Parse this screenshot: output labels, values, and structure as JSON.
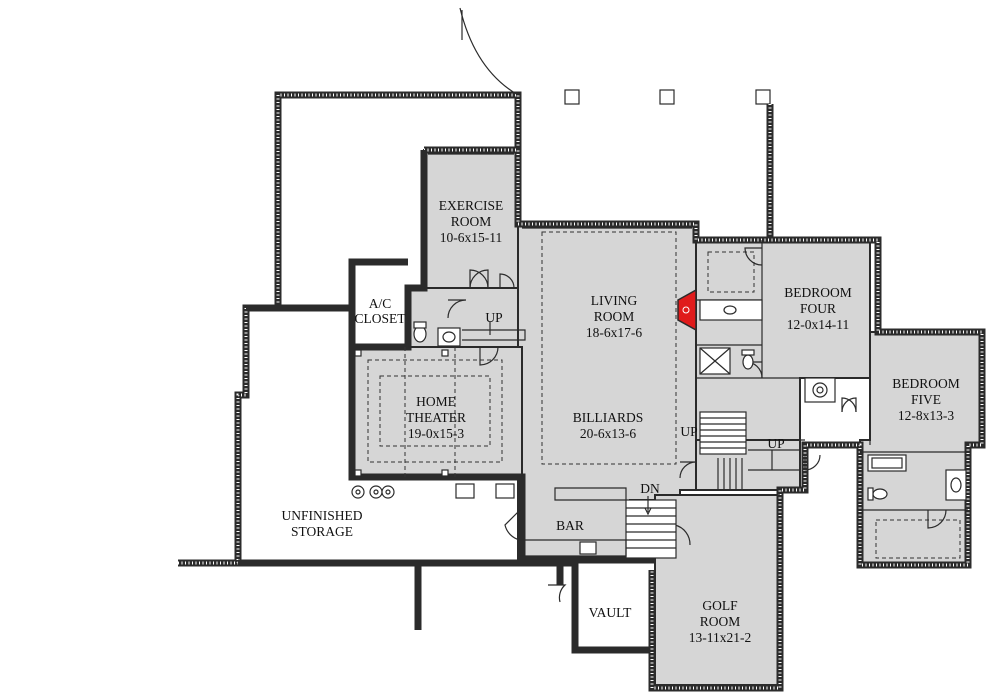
{
  "plan": {
    "rooms": [
      {
        "id": "exercise",
        "name_line1": "EXERCISE",
        "name_line2": "ROOM",
        "dims": "10-6x15-11"
      },
      {
        "id": "ac-closet",
        "name_line1": "A/C",
        "name_line2": "CLOSET",
        "dims": ""
      },
      {
        "id": "home-theater",
        "name_line1": "HOME",
        "name_line2": "THEATER",
        "dims": "19-0x15-3"
      },
      {
        "id": "living",
        "name_line1": "LIVING",
        "name_line2": "ROOM",
        "dims": "18-6x17-6"
      },
      {
        "id": "billiards",
        "name_line1": "BILLIARDS",
        "name_line2": "",
        "dims": "20-6x13-6"
      },
      {
        "id": "bedroom-four",
        "name_line1": "BEDROOM",
        "name_line2": "FOUR",
        "dims": "12-0x14-11"
      },
      {
        "id": "bedroom-five",
        "name_line1": "BEDROOM",
        "name_line2": "FIVE",
        "dims": "12-8x13-3"
      },
      {
        "id": "unfinished-storage",
        "name_line1": "UNFINISHED",
        "name_line2": "STORAGE",
        "dims": ""
      },
      {
        "id": "bar",
        "name_line1": "BAR",
        "name_line2": "",
        "dims": ""
      },
      {
        "id": "vault",
        "name_line1": "VAULT",
        "name_line2": "",
        "dims": ""
      },
      {
        "id": "golf",
        "name_line1": "GOLF",
        "name_line2": "ROOM",
        "dims": "13-11x21-2"
      }
    ],
    "stair_labels": {
      "up_theater": "UP",
      "up_stair_left": "UP",
      "up_stair_right": "UP",
      "dn": "DN"
    },
    "colors": {
      "room_fill": "#d6d6d6",
      "wall": "#2b2b2b",
      "fireplace": "#e01b1b"
    }
  }
}
